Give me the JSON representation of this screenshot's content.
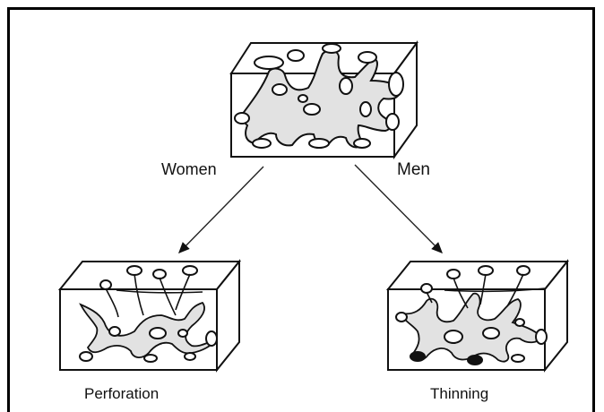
{
  "labels": {
    "women": "Women",
    "men": "Men",
    "perforation": "Perforation",
    "thinning": "Thinning"
  },
  "colors": {
    "outline": "#111111",
    "bone_fill": "#e2e2e2",
    "box_fill": "#ffffff"
  }
}
